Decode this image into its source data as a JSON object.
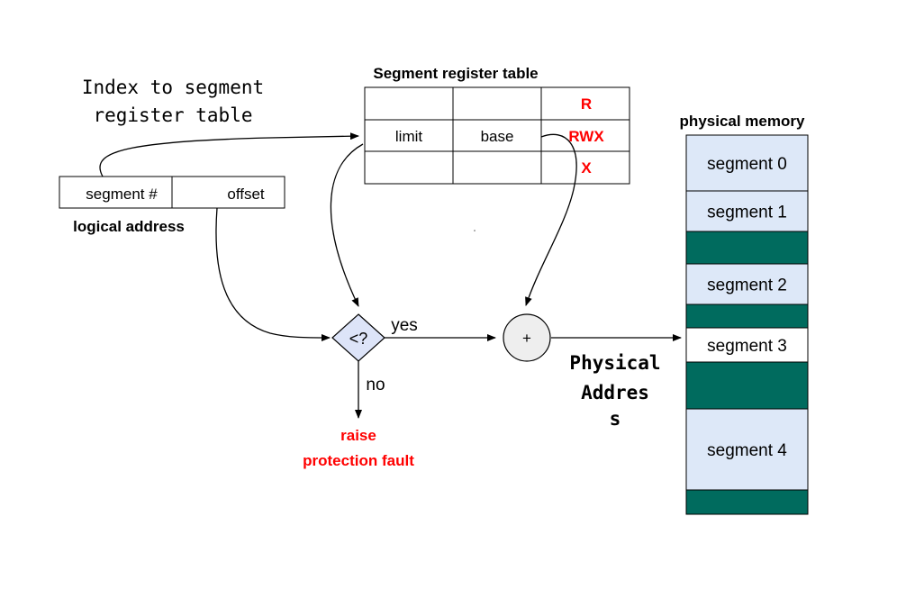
{
  "annotation": {
    "line1": "Index to segment",
    "line2": "register table"
  },
  "seg_table": {
    "title": "Segment register table",
    "rows": [
      [
        "",
        "",
        "R"
      ],
      [
        "limit",
        "base",
        "RWX"
      ],
      [
        "",
        "",
        "X"
      ]
    ]
  },
  "logical": {
    "segment_label": "segment #",
    "offset_label": "offset",
    "caption": "logical address"
  },
  "compare": {
    "symbol": "<?",
    "yes": "yes",
    "no": "no"
  },
  "adder": {
    "symbol": "+"
  },
  "fault": {
    "line1": "raise",
    "line2": "protection fault"
  },
  "physical_address": {
    "line1": "Physical",
    "line2": "Addres",
    "line3": "s"
  },
  "memory": {
    "title": "physical memory",
    "blocks": [
      "segment 0",
      "segment 1",
      "",
      "segment 2",
      "",
      "segment 3",
      "",
      "segment 4",
      ""
    ]
  },
  "colors": {
    "accent": "#ff0000",
    "free": "#006b5e",
    "segment_fill": "#dde8f8",
    "diamond_fill": "#dde4f8",
    "adder_fill": "#eeeeee"
  }
}
